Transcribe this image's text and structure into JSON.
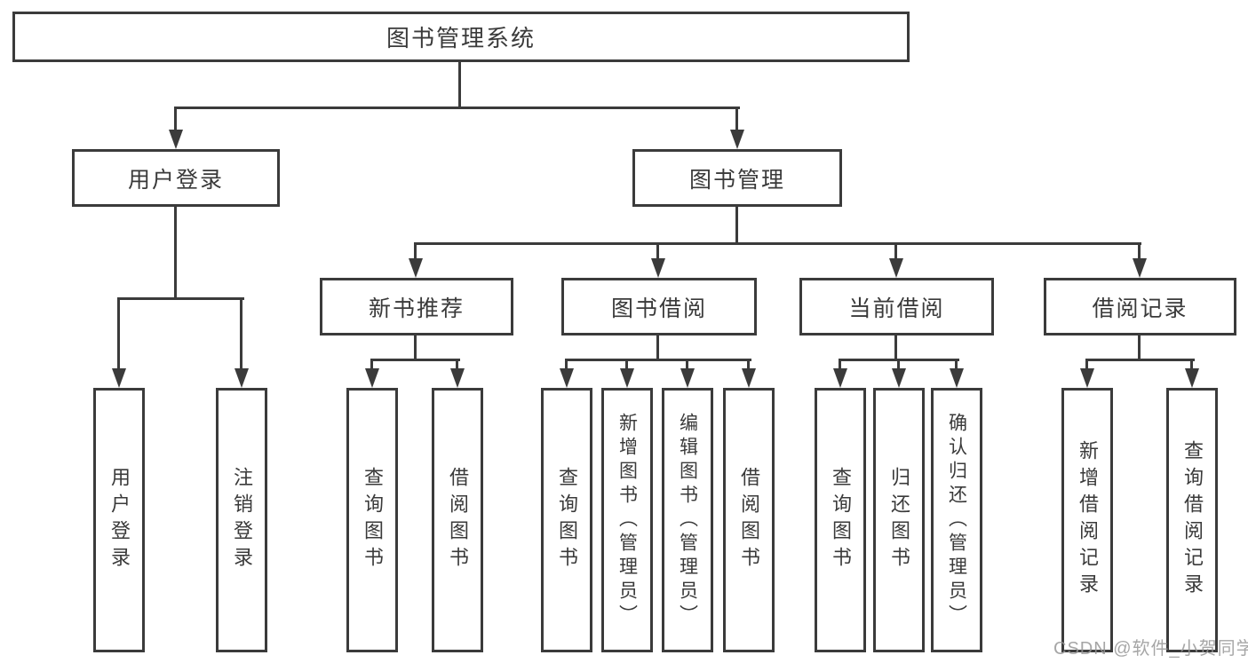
{
  "tree": {
    "label": "图书管理系统",
    "children": [
      {
        "label": "用户登录",
        "children": [
          {
            "label": "用户登录"
          },
          {
            "label": "注销登录"
          }
        ]
      },
      {
        "label": "图书管理",
        "children": [
          {
            "label": "新书推荐",
            "children": [
              {
                "label": "查询图书"
              },
              {
                "label": "借阅图书"
              }
            ]
          },
          {
            "label": "图书借阅",
            "children": [
              {
                "label": "查询图书"
              },
              {
                "label": "新增图书（管理员）"
              },
              {
                "label": "编辑图书（管理员）"
              },
              {
                "label": "借阅图书"
              }
            ]
          },
          {
            "label": "当前借阅",
            "children": [
              {
                "label": "查询图书"
              },
              {
                "label": "归还图书"
              },
              {
                "label": "确认归还（管理员）"
              }
            ]
          },
          {
            "label": "借阅记录",
            "children": [
              {
                "label": "新增借阅记录"
              },
              {
                "label": "查询借阅记录"
              }
            ]
          }
        ]
      }
    ]
  },
  "watermark": "CSDN @软件_小贺同学",
  "colors": {
    "line": "#3b3b3b",
    "text": "#3a3a3a",
    "background": "#ffffff",
    "watermark": "#969696"
  }
}
